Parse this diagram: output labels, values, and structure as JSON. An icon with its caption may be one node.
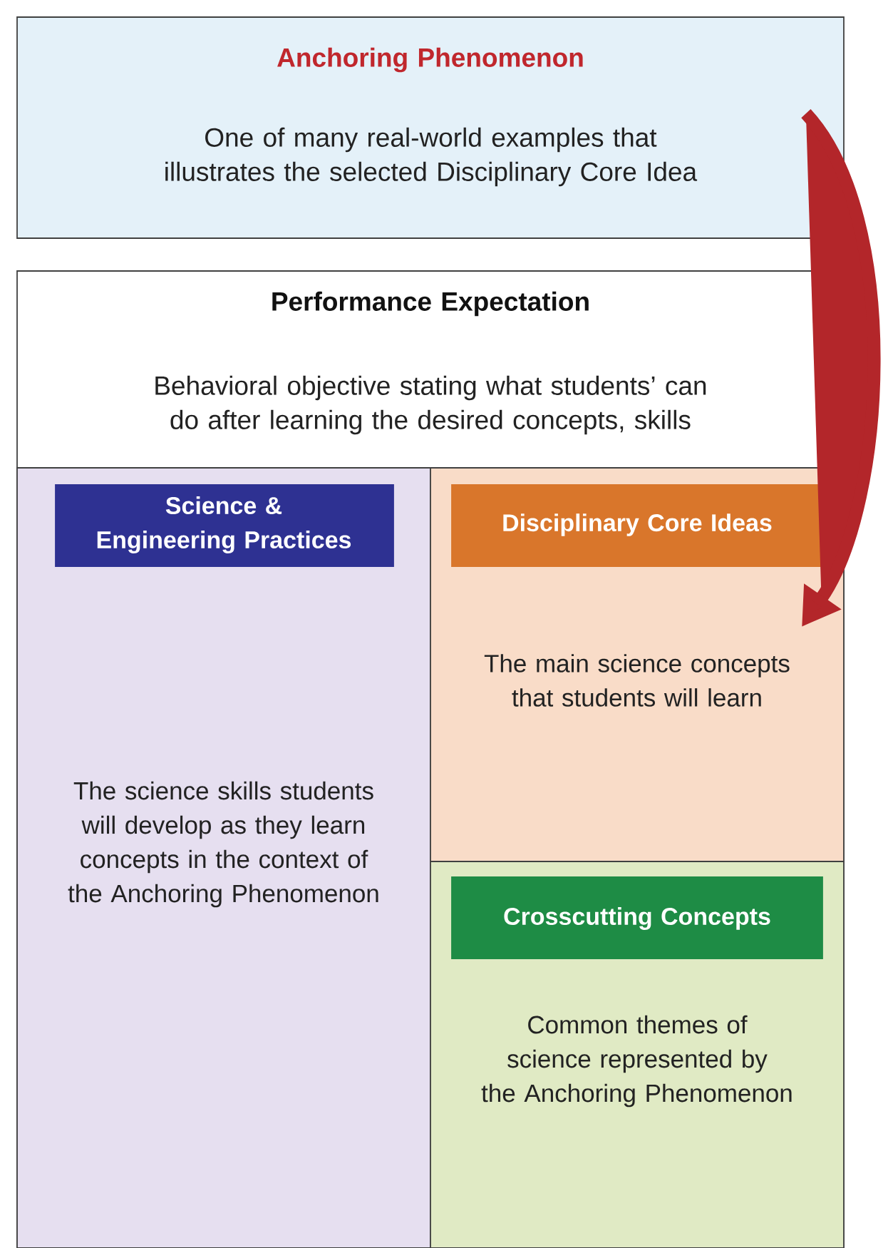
{
  "diagram": {
    "nodes": [
      {
        "text": [
          "Anchoring Phenomenon",
          "One of many real-world examples that illustrates the selected Disciplinary Core Idea"
        ]
      },
      {
        "text": [
          "Performance Expectation",
          "Behavioral objective stating what students’ can do after learning the desired concepts, skills"
        ]
      },
      {
        "text": [
          "The science skills students will develop as they learn concepts in the context of the Anchoring Phenomenon"
        ],
        "in": 1
      },
      {
        "text": [
          "Science & Engineering Practices"
        ],
        "in": 2
      },
      {
        "text": [
          "The main science concepts that students will learn"
        ],
        "in": 1
      },
      {
        "text": [
          "Disciplinary Core Ideas"
        ],
        "in": 4
      },
      {
        "text": [
          "Common themes of science represented by the Anchoring Phenomenon"
        ],
        "in": 1
      },
      {
        "text": [
          "Crosscutting Concepts"
        ],
        "in": 6
      }
    ],
    "edges": [
      {
        "from": 0,
        "to": 4,
        "arrow": "to",
        "color": "#b3262a"
      }
    ]
  }
}
